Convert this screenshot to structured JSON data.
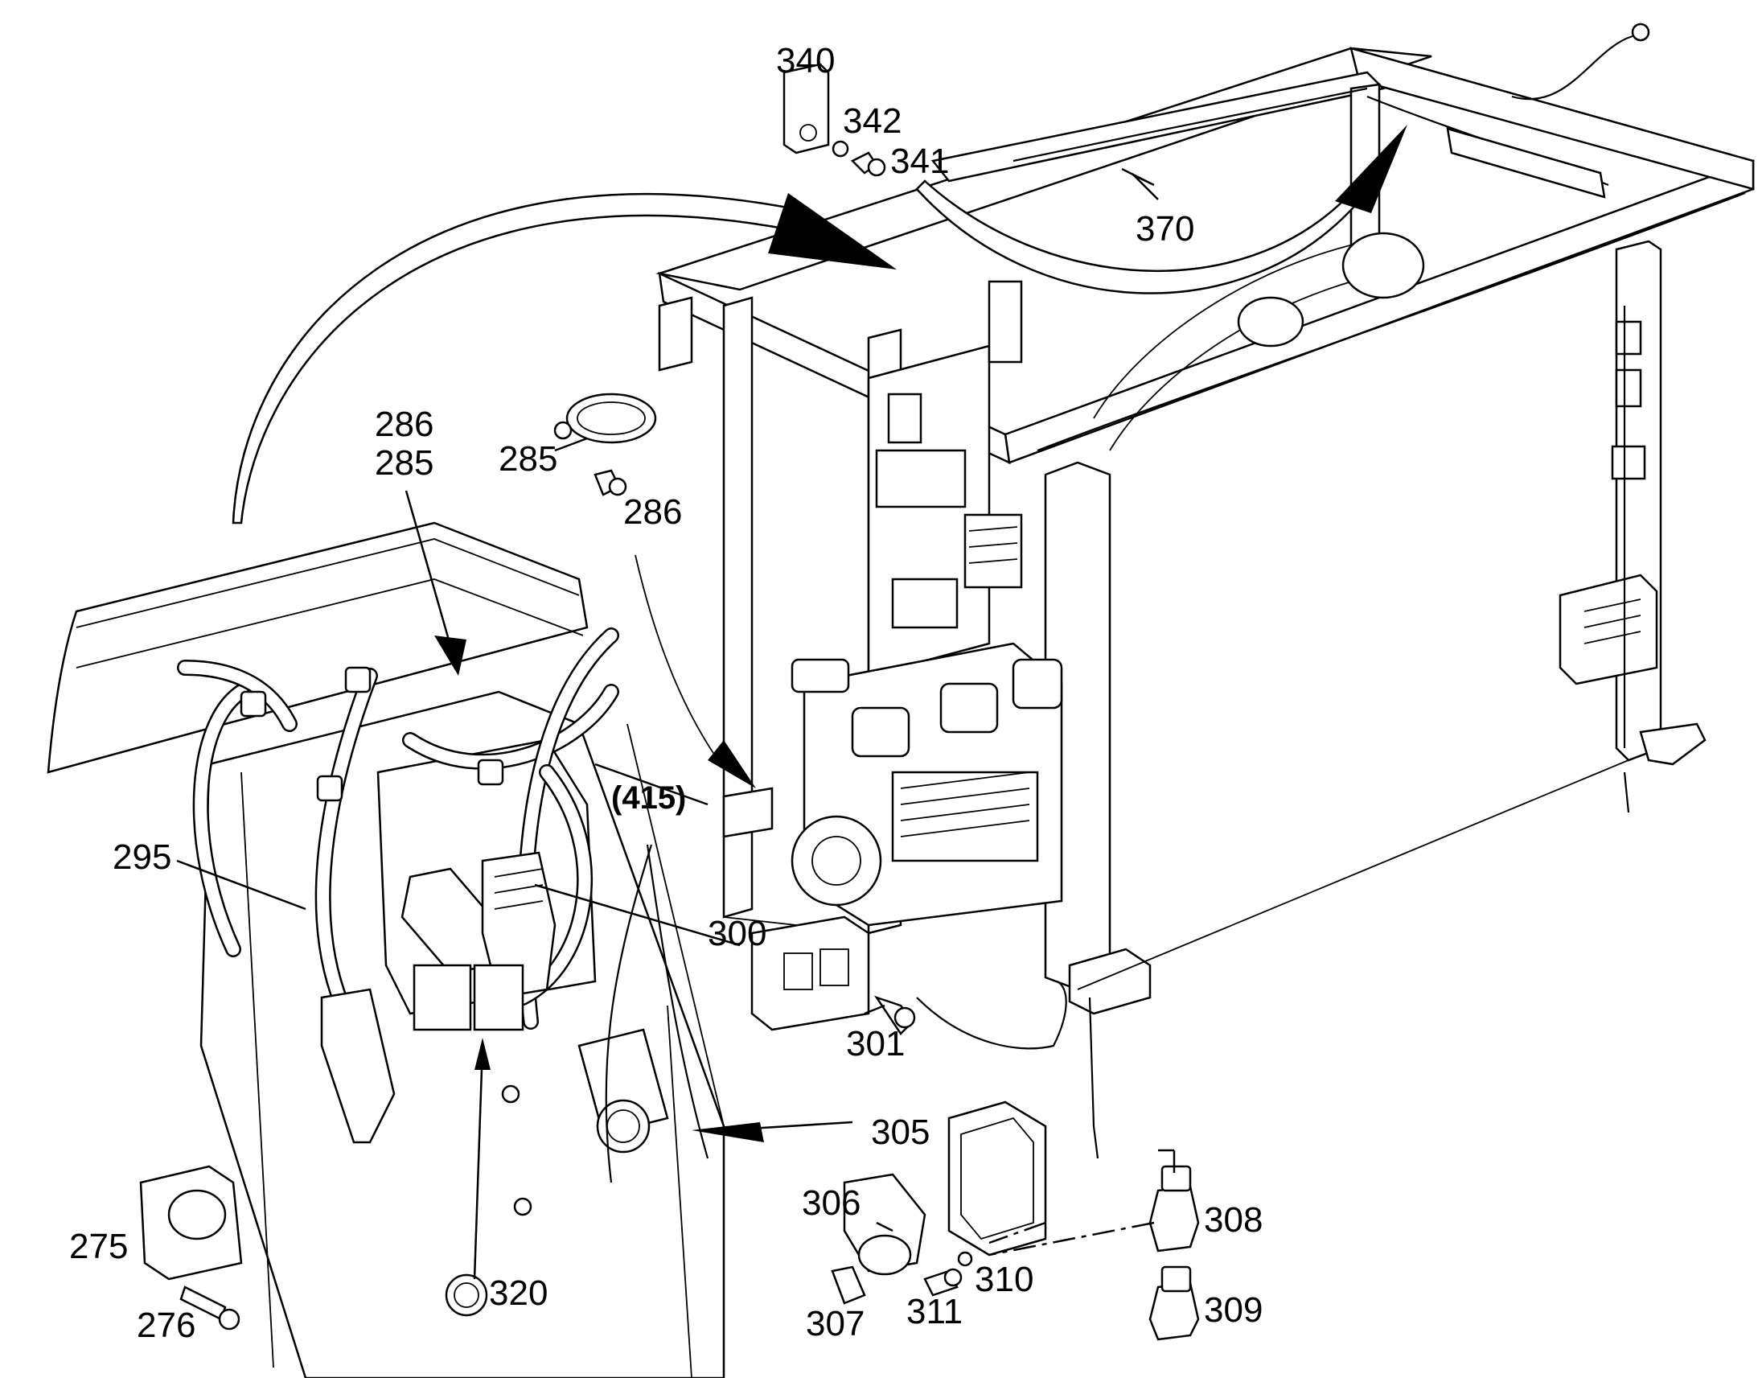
{
  "diagram": {
    "callouts": {
      "c340": "340",
      "c342": "342",
      "c341": "341",
      "c370": "370",
      "c286a": "286",
      "c285a": "285",
      "c285b": "285",
      "c286b": "286",
      "c295": "295",
      "c415": "(415)",
      "c300": "300",
      "c301": "301",
      "c305": "305",
      "c306": "306",
      "c308": "308",
      "c310": "310",
      "c275": "275",
      "c276": "276",
      "c320": "320",
      "c307": "307",
      "c311": "311",
      "c309": "309"
    }
  }
}
